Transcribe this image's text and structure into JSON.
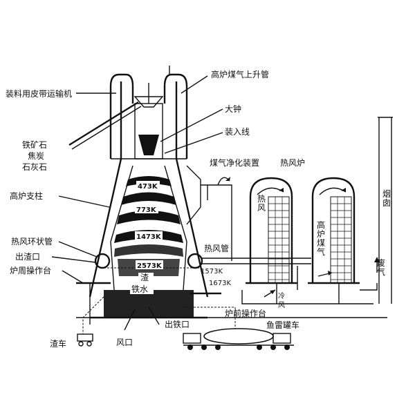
{
  "labels": {
    "gas_pipe": "高炉煤气上升管",
    "conveyor": "装料用皮带运输机",
    "big_bell": "大钟",
    "charge_line": "装入线",
    "iron_ore": "铁矿石",
    "coke": "焦炭",
    "limestone": "石灰石",
    "gas_cleaning": "煤气净化装置",
    "hot_stove": "热风炉",
    "column": "高炉支柱",
    "chimney": "烟囱",
    "hot_air": "热风",
    "bf_gas": "高炉煤气",
    "hot_air_pipe": "热风管",
    "bustle_pipe": "热风环状管",
    "slag_notch": "出渣口",
    "platform": "炉周操作台",
    "waste_gas": "废气",
    "cold_air": "冷风",
    "taphole": "出铁口",
    "front_platform": "炉前操作台",
    "torpedo": "鱼雷罐车",
    "slag_car": "渣车",
    "tuyere": "风口",
    "slag": "渣",
    "iron": "铁水"
  },
  "temps": {
    "t1": "473K",
    "t2": "773K",
    "t3": "1473K",
    "t4": "2573K",
    "t5": "1573K",
    "t6": "1673K"
  }
}
